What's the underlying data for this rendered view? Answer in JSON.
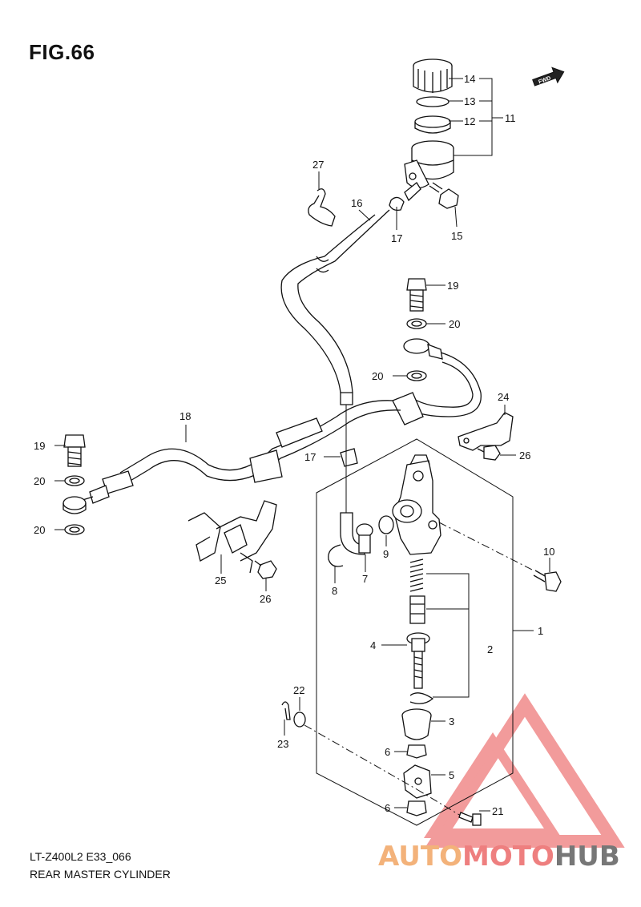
{
  "figure_title": "FIG.66",
  "fwd_badge": "FWD",
  "footer": {
    "code": "LT-Z400L2 E33_066",
    "caption": "REAR MASTER CYLINDER"
  },
  "watermark": {
    "auto": "AUTO",
    "moto": "MOTO",
    "hub": "HUB",
    "colors": {
      "auto": "#f3b27a",
      "moto": "#ee7f7f",
      "hub": "#777777",
      "triangle": "#f08a8a"
    }
  },
  "callouts": {
    "c1": "1",
    "c2": "2",
    "c3": "3",
    "c4": "4",
    "c5": "5",
    "c6a": "6",
    "c6b": "6",
    "c7": "7",
    "c8": "8",
    "c9": "9",
    "c10": "10",
    "c11": "11",
    "c12": "12",
    "c13": "13",
    "c14": "14",
    "c15": "15",
    "c16": "16",
    "c17a": "17",
    "c17b": "17",
    "c18": "18",
    "c19a": "19",
    "c19b": "19",
    "c20a": "20",
    "c20b": "20",
    "c20c": "20",
    "c20d": "20",
    "c21": "21",
    "c22": "22",
    "c23": "23",
    "c24": "24",
    "c25": "25",
    "c26a": "26",
    "c26b": "26",
    "c27": "27"
  }
}
